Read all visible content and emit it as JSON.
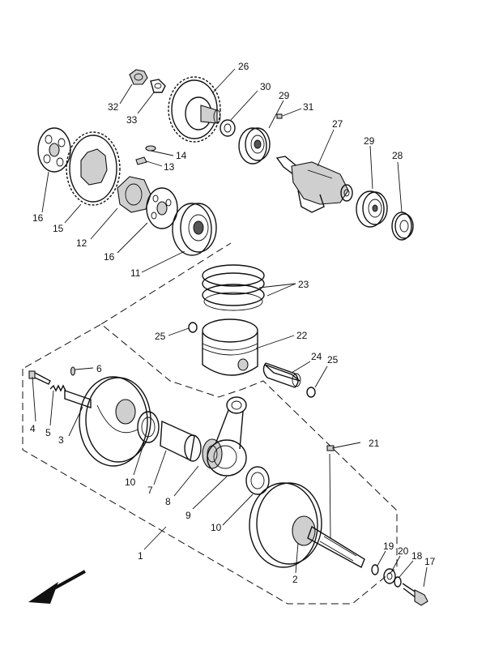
{
  "callouts": [
    {
      "id": "1",
      "text": "1"
    },
    {
      "id": "2",
      "text": "2"
    },
    {
      "id": "3",
      "text": "3"
    },
    {
      "id": "4",
      "text": "4"
    },
    {
      "id": "5",
      "text": "5"
    },
    {
      "id": "6",
      "text": "6"
    },
    {
      "id": "7",
      "text": "7"
    },
    {
      "id": "8",
      "text": "8"
    },
    {
      "id": "9",
      "text": "9"
    },
    {
      "id": "10a",
      "text": "10"
    },
    {
      "id": "10b",
      "text": "10"
    },
    {
      "id": "11",
      "text": "11"
    },
    {
      "id": "12",
      "text": "12"
    },
    {
      "id": "13",
      "text": "13"
    },
    {
      "id": "14",
      "text": "14"
    },
    {
      "id": "15",
      "text": "15"
    },
    {
      "id": "16a",
      "text": "16"
    },
    {
      "id": "16b",
      "text": "16"
    },
    {
      "id": "17",
      "text": "17"
    },
    {
      "id": "18",
      "text": "18"
    },
    {
      "id": "19",
      "text": "19"
    },
    {
      "id": "20",
      "text": "20"
    },
    {
      "id": "21",
      "text": "21"
    },
    {
      "id": "22",
      "text": "22"
    },
    {
      "id": "23",
      "text": "23"
    },
    {
      "id": "24",
      "text": "24"
    },
    {
      "id": "25a",
      "text": "25"
    },
    {
      "id": "25b",
      "text": "25"
    },
    {
      "id": "26",
      "text": "26"
    },
    {
      "id": "27",
      "text": "27"
    },
    {
      "id": "28",
      "text": "28"
    },
    {
      "id": "29a",
      "text": "29"
    },
    {
      "id": "29b",
      "text": "29"
    },
    {
      "id": "30",
      "text": "30"
    },
    {
      "id": "31",
      "text": "31"
    },
    {
      "id": "32",
      "text": "32"
    },
    {
      "id": "33",
      "text": "33"
    }
  ]
}
